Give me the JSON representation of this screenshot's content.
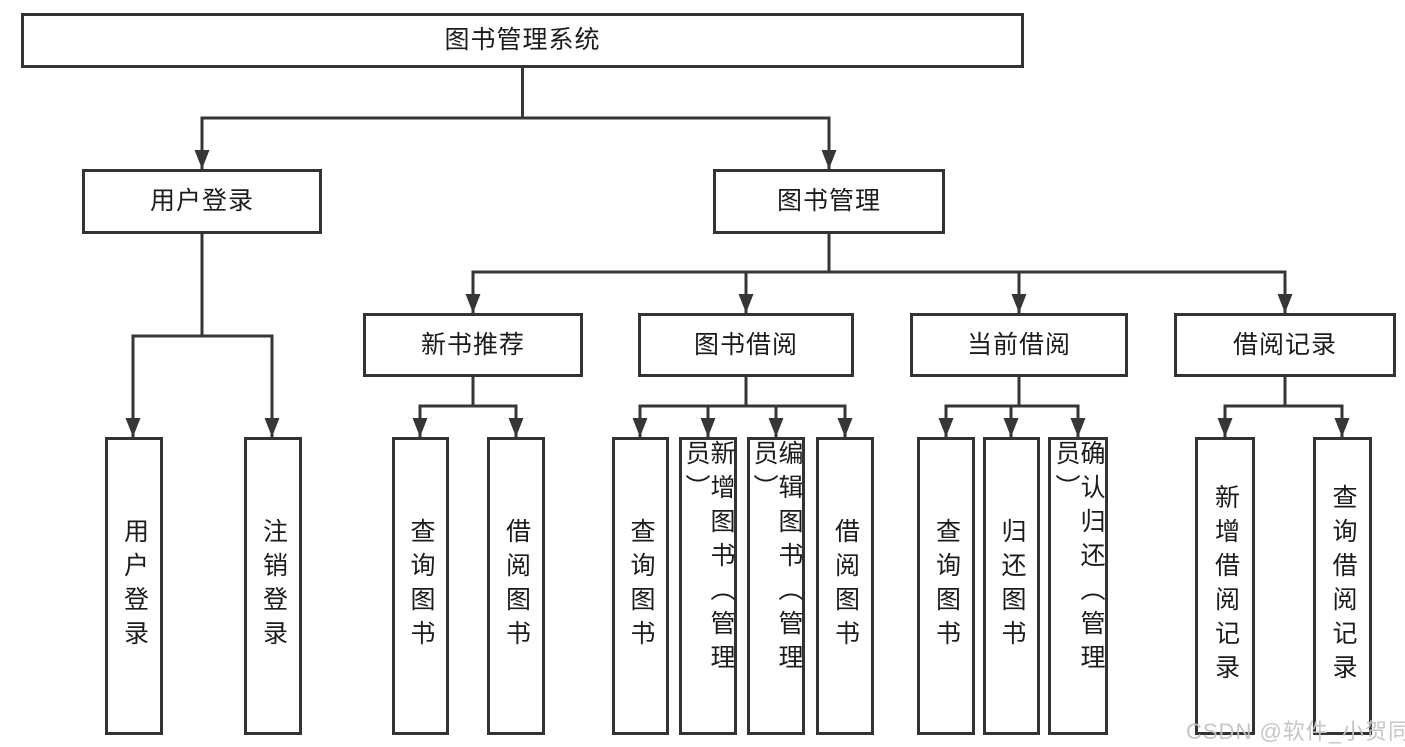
{
  "diagram": {
    "type": "tree",
    "root": {
      "label": "图书管理系统"
    },
    "branches": [
      {
        "label": "用户登录",
        "children": [
          {
            "label": "用户登录"
          },
          {
            "label": "注销登录"
          }
        ]
      },
      {
        "label": "图书管理",
        "children": [
          {
            "label": "新书推荐",
            "children": [
              {
                "label": "查询图书"
              },
              {
                "label": "借阅图书"
              }
            ]
          },
          {
            "label": "图书借阅",
            "children": [
              {
                "label": "查询图书"
              },
              {
                "label": "新增图书（管理员）"
              },
              {
                "label": "编辑图书（管理员）"
              },
              {
                "label": "借阅图书"
              }
            ]
          },
          {
            "label": "当前借阅",
            "children": [
              {
                "label": "查询图书"
              },
              {
                "label": "归还图书"
              },
              {
                "label": "确认归还（管理员）"
              }
            ]
          },
          {
            "label": "借阅记录",
            "children": [
              {
                "label": "新增借阅记录"
              },
              {
                "label": "查询借阅记录"
              }
            ]
          }
        ]
      }
    ],
    "colors": {
      "line": "#363636",
      "box_border": "#333333",
      "text": "#1c1c1c",
      "watermark": "#c3c3c3",
      "background": "#ffffff"
    }
  },
  "watermark": {
    "text": "CSDN @软件_小贺同学"
  }
}
